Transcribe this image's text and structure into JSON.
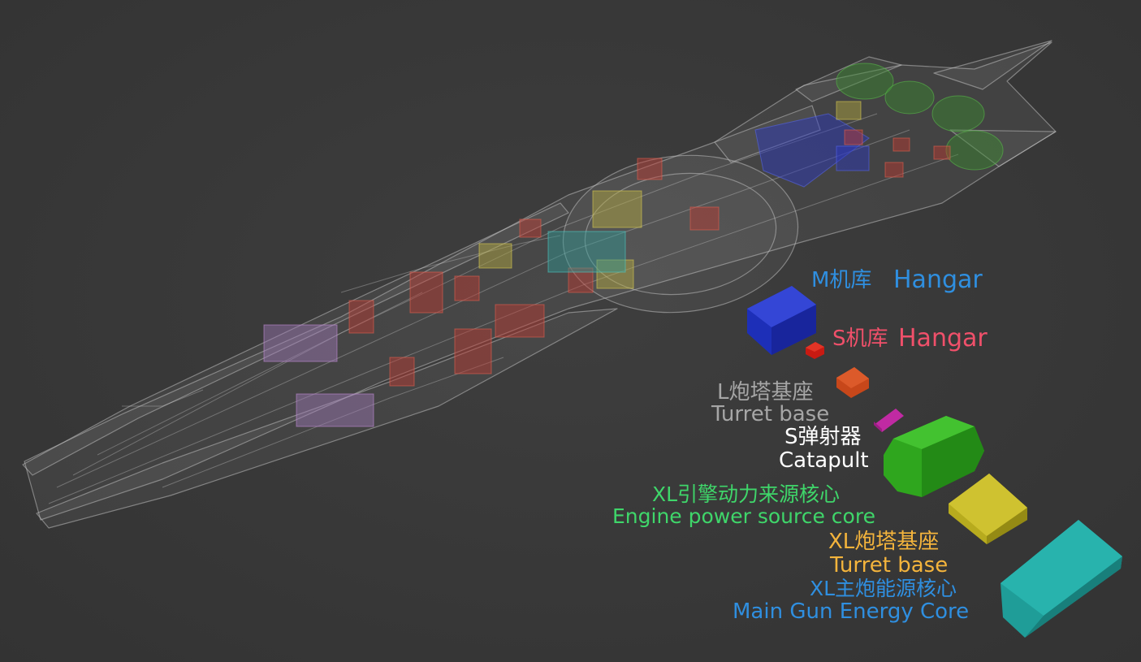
{
  "colors": {
    "background": "#3a3a3a",
    "hull_outline": "#b9b9b9",
    "m_hangar": "#2f8fe0",
    "s_hangar": "#f0506a",
    "turret_l": "#a6a6a6",
    "catapult": "#ffffff",
    "engine": "#3fd66a",
    "turret_xl": "#f4b43c",
    "main_gun": "#2f8fe0",
    "block_blue": "#1d2fb8",
    "block_red": "#c81a12",
    "block_orange": "#c7471a",
    "block_magenta": "#c02aa3",
    "block_green": "#2fa61e",
    "block_yellow": "#b7ab1e",
    "block_teal": "#1f9d98"
  },
  "legend": {
    "m_hangar": {
      "cn": "M机库",
      "en": "Hangar",
      "icon": "blue-block-icon"
    },
    "s_hangar": {
      "cn": "S机库",
      "en": "Hangar",
      "icon": "red-block-icon"
    },
    "l_turret_base": {
      "cn": "L炮塔基座",
      "en": "Turret base",
      "icon": "orange-block-icon"
    },
    "s_catapult": {
      "cn": "S弹射器",
      "en": "Catapult",
      "icon": "magenta-block-icon"
    },
    "xl_engine_core": {
      "cn": "XL引擎动力来源核心",
      "en": "Engine power source core",
      "icon": "green-block-icon"
    },
    "xl_turret_base": {
      "cn": "XL炮塔基座",
      "en": "Turret base",
      "icon": "yellow-block-icon"
    },
    "xl_main_gun_core": {
      "cn": "XL主炮能源核心",
      "en": "Main Gun Energy Core",
      "icon": "teal-block-icon"
    }
  }
}
